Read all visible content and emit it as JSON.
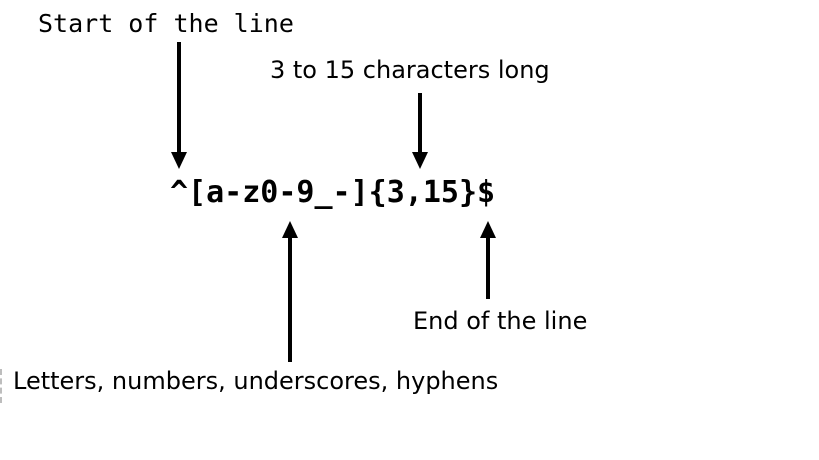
{
  "page": {
    "background_color": "#ffffff",
    "text_color": "#000000",
    "arrow_color": "#000000"
  },
  "diagram": {
    "regex": "^[a-z0-9_-]{3,15}$",
    "annotations": {
      "start": "Start of the line",
      "length": "3 to 15 characters long",
      "charset": "Letters, numbers, underscores, hyphens",
      "end": "End of the line"
    }
  }
}
